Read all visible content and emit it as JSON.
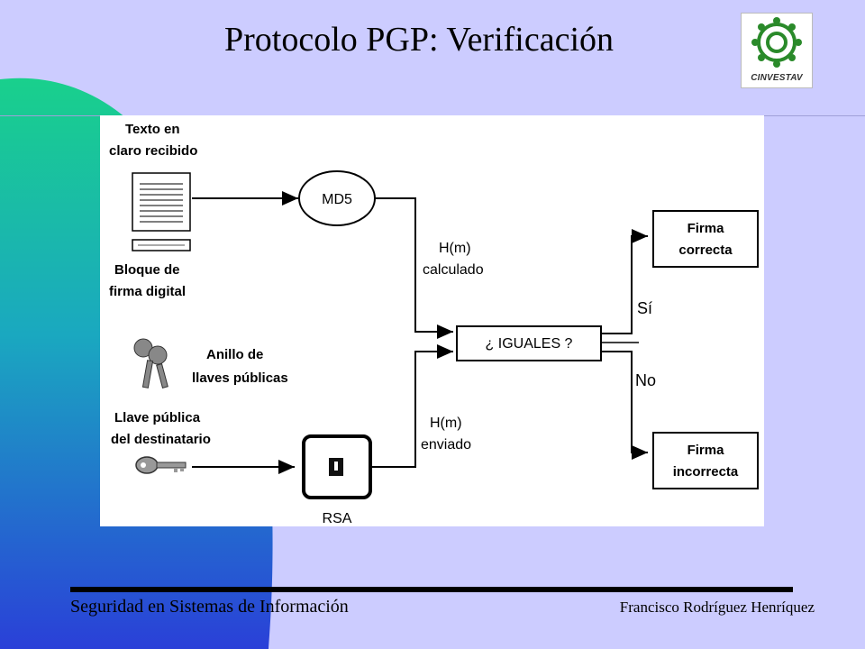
{
  "slide": {
    "title": "Protocolo PGP: Verificación",
    "logo_text": "CINVESTAV",
    "footer_left": "Seguridad en Sistemas de Información",
    "footer_right": "Francisco Rodríguez Henríquez"
  },
  "diagram": {
    "texto_1": "Texto en",
    "texto_2": "claro recibido",
    "bloque_1": "Bloque de",
    "bloque_2": "firma digital",
    "anillo_1": "Anillo de",
    "anillo_2": "llaves públicas",
    "llave_1": "Llave pública",
    "llave_2": "del destinatario",
    "md5": "MD5",
    "rsa": "RSA",
    "hm_calc_1": "H(m)",
    "hm_calc_2": "calculado",
    "hm_env_1": "H(m)",
    "hm_env_2": "enviado",
    "iguales": "¿ IGUALES ?",
    "si": "Sí",
    "no": "No",
    "correcta_1": "Firma",
    "correcta_2": "correcta",
    "incorrecta_1": "Firma",
    "incorrecta_2": "incorrecta"
  },
  "colors": {
    "background": "#ccccff",
    "teal": "#19c8a0",
    "blue": "#2040d0"
  },
  "icons": [
    "document-icon",
    "keys-icon",
    "key-icon",
    "lock-icon",
    "cinvestav-logo"
  ]
}
